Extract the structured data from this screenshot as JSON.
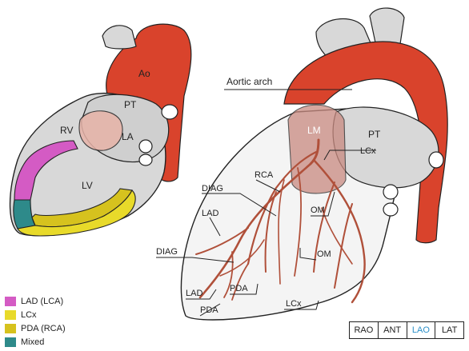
{
  "left_heart": {
    "labels": {
      "ao": "Ao",
      "pt": "PT",
      "la": "LA",
      "rv": "RV",
      "lv": "LV"
    }
  },
  "right_heart": {
    "labels": {
      "aortic_arch": "Aortic arch",
      "lm": "LM",
      "pt": "PT",
      "rca": "RCA",
      "lcx_top": "LCx",
      "diag_top": "DIAG",
      "om_top": "OM",
      "lad_left": "LAD",
      "diag_bottom": "DIAG",
      "om_bottom": "OM",
      "lad_bottom": "LAD",
      "pda_mid": "PDA",
      "pda_bottom": "PDA",
      "lcx_bottom": "LCx"
    }
  },
  "legend": {
    "items": [
      {
        "label": "LAD (LCA)",
        "color": "#d45bc4"
      },
      {
        "label": "LCx",
        "color": "#e8da2a"
      },
      {
        "label": "PDA (RCA)",
        "color": "#d6c21e"
      },
      {
        "label": "Mixed",
        "color": "#2e8a8a"
      }
    ]
  },
  "view_selector": {
    "tabs": [
      {
        "label": "RAO",
        "active": false
      },
      {
        "label": "ANT",
        "active": false
      },
      {
        "label": "LAO",
        "active": true
      },
      {
        "label": "LAT",
        "active": false
      }
    ]
  },
  "colors": {
    "aorta": "#d9432c",
    "heart_fill": "#d8d8d8",
    "heart_outline": "#222222",
    "artery": "#b0503a",
    "active_tab": "#2a8fc8"
  }
}
